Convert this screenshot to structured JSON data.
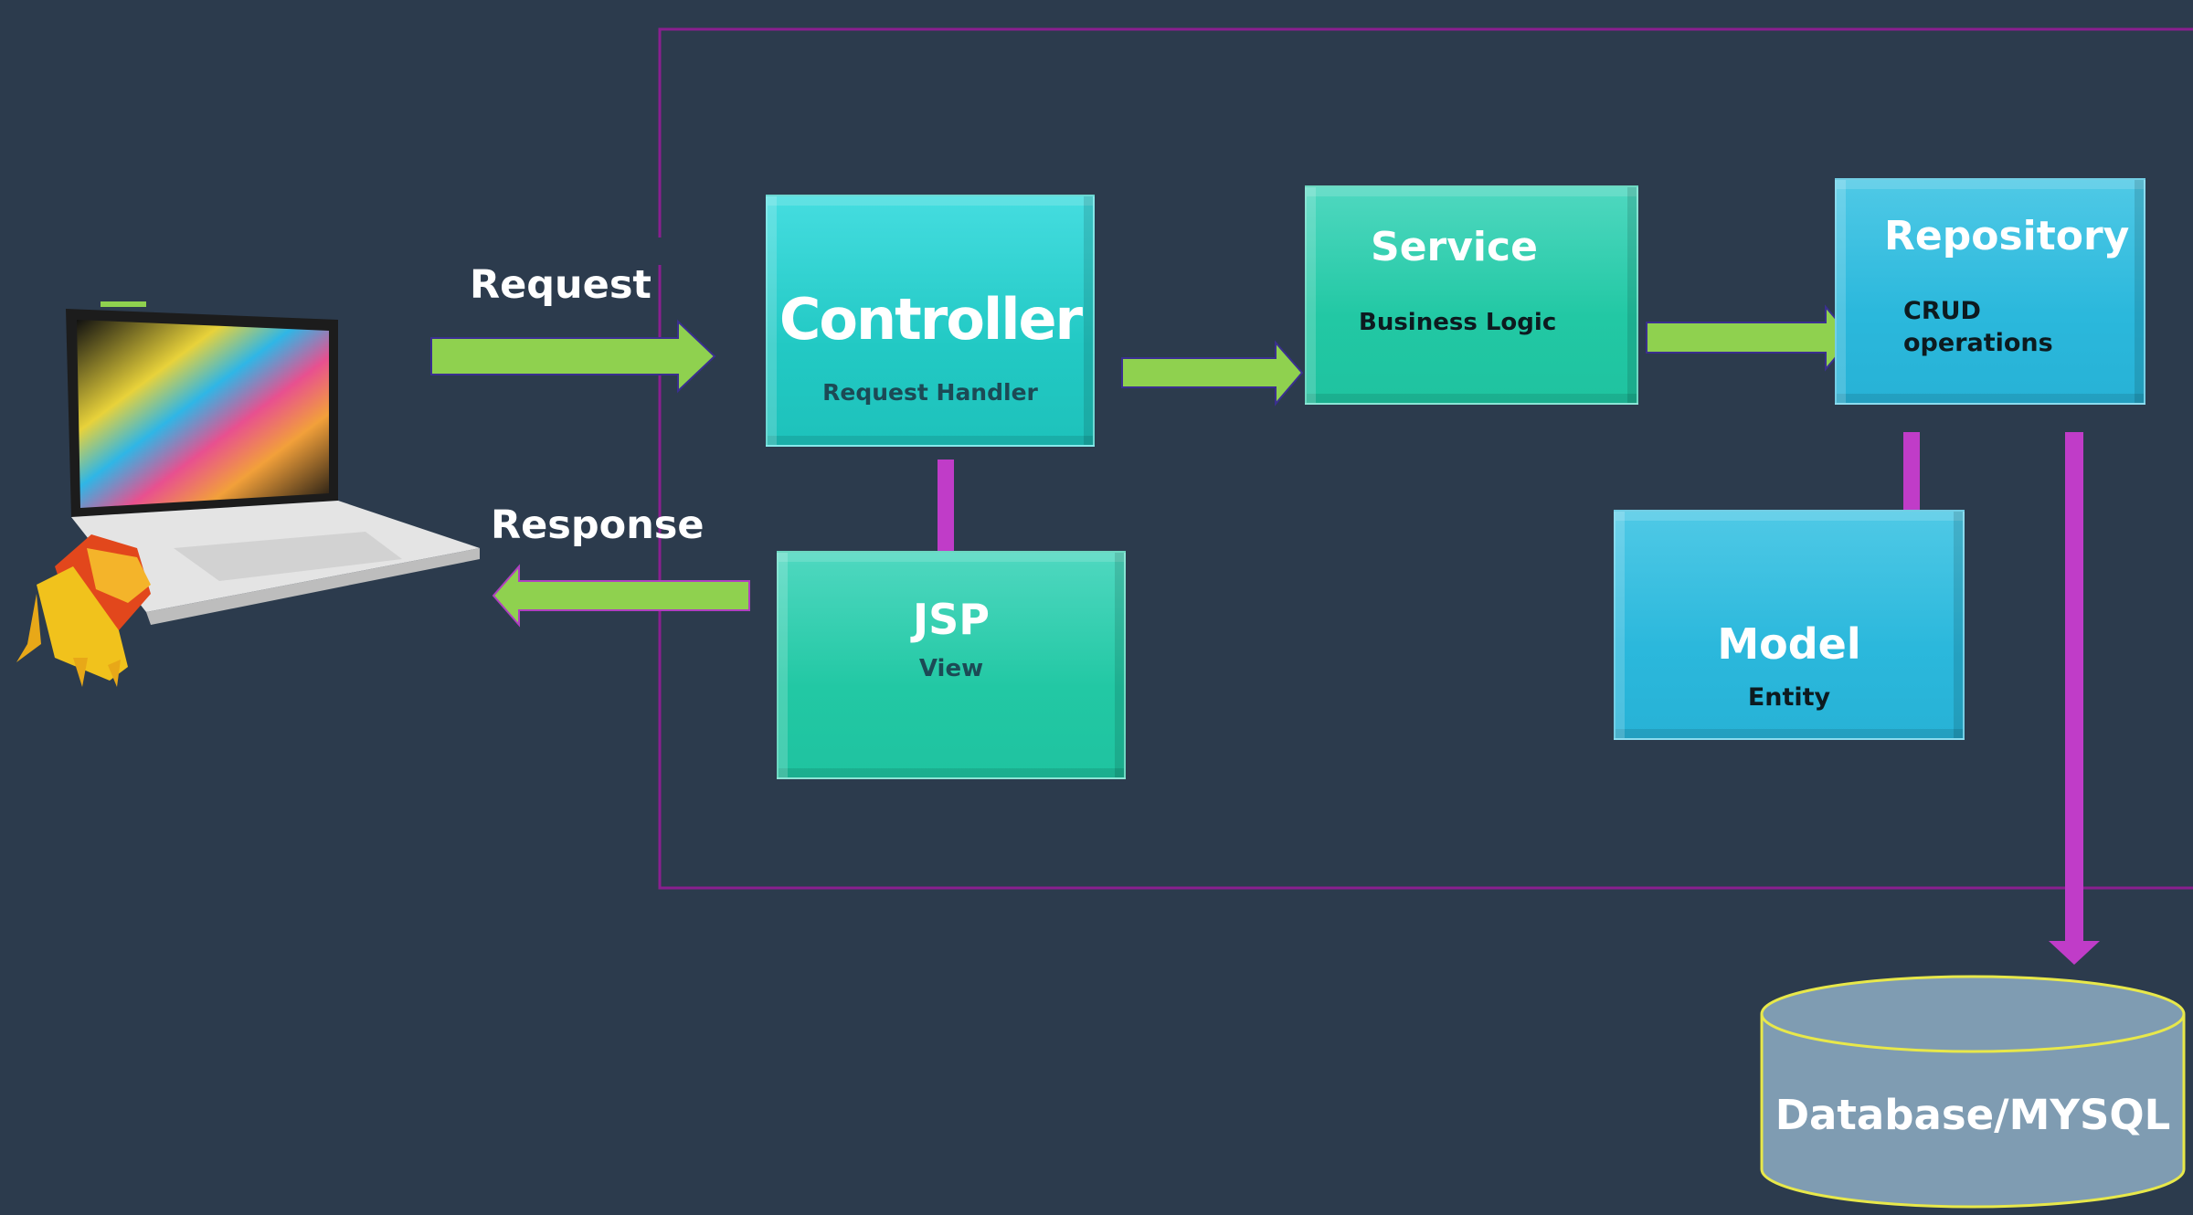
{
  "labels": {
    "request": "Request",
    "response": "Response"
  },
  "controller": {
    "title": "Controller",
    "subtitle": "Request Handler"
  },
  "service": {
    "title": "Service",
    "subtitle": "Business Logic"
  },
  "repository": {
    "title": "Repository",
    "subtitle_line1": "CRUD",
    "subtitle_line2": "operations"
  },
  "jsp": {
    "title": "JSP",
    "subtitle": "View"
  },
  "model": {
    "title": "Model",
    "subtitle": "Entity"
  },
  "database": {
    "label": "Database/MYSQL"
  },
  "colors": {
    "background": "#2c3b4d",
    "green_arrow": "#8fd14f",
    "purple_arrow": "#c03cc8",
    "frame": "#8a1f8f",
    "db_fill": "#7f9cb2",
    "db_stroke": "#e8e84a"
  },
  "icons": {
    "client": "laptop-icon",
    "mascot": "lion-icon"
  }
}
